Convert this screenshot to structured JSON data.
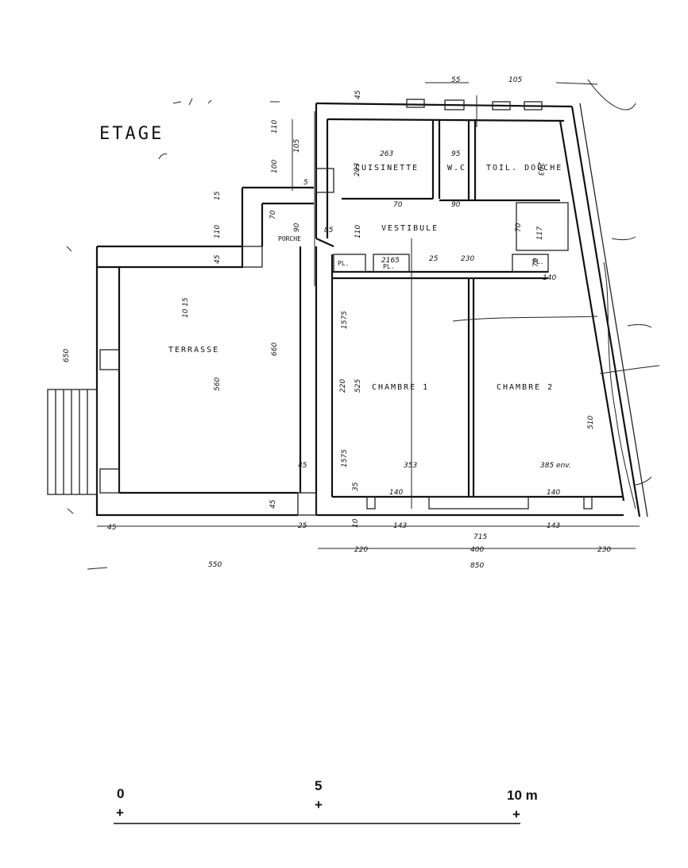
{
  "title": "ETAGE",
  "rooms": {
    "cuisinette": "CUISINETTE",
    "wc": "W.C.",
    "toilette_douche": "TOIL. DOUCHE",
    "vestibule": "VESTIBULE",
    "porche": "PORCHE",
    "terrasse": "TERRASSE",
    "chambre1": "CHAMBRE 1",
    "chambre2": "CHAMBRE 2",
    "placard1": "PL.",
    "placard2": "PL.",
    "placard3": "PL."
  },
  "dimensions": {
    "top_55": "55",
    "top_105": "105",
    "d45_top": "45",
    "d110": "110",
    "d105": "105",
    "d100": "100",
    "d5": "5",
    "d263": "263",
    "d203a": "203",
    "d95": "95",
    "d203b": "203",
    "d70a": "70",
    "d90a": "90",
    "d70b": "70",
    "d90b": "90",
    "d85": "85",
    "d110b": "110",
    "d117": "117",
    "d70c": "70",
    "d15": "15",
    "d110c": "110",
    "d45a": "45",
    "d2165": "2165",
    "d25": "25",
    "d230a": "230",
    "d70d": "70",
    "d140a": "140",
    "d1015": "10 15",
    "d1575a": "1575",
    "d660": "660",
    "d560": "560",
    "d650": "650",
    "d220": "220",
    "d525": "525",
    "d1575b": "1575",
    "d353": "353",
    "d385": "385 env.",
    "d510": "510",
    "d45b": "45",
    "d35": "35",
    "d140b": "140",
    "d140c": "140",
    "d45c": "45",
    "d45d": "45",
    "d25b": "25",
    "d10": "10",
    "d143": "143",
    "d715": "715",
    "d143b": "143",
    "d220b": "220",
    "d400": "400",
    "d230b": "230",
    "d550": "550",
    "d850": "850"
  },
  "scale": {
    "zero": "0",
    "five": "5",
    "ten": "10 m",
    "plus": "+"
  }
}
